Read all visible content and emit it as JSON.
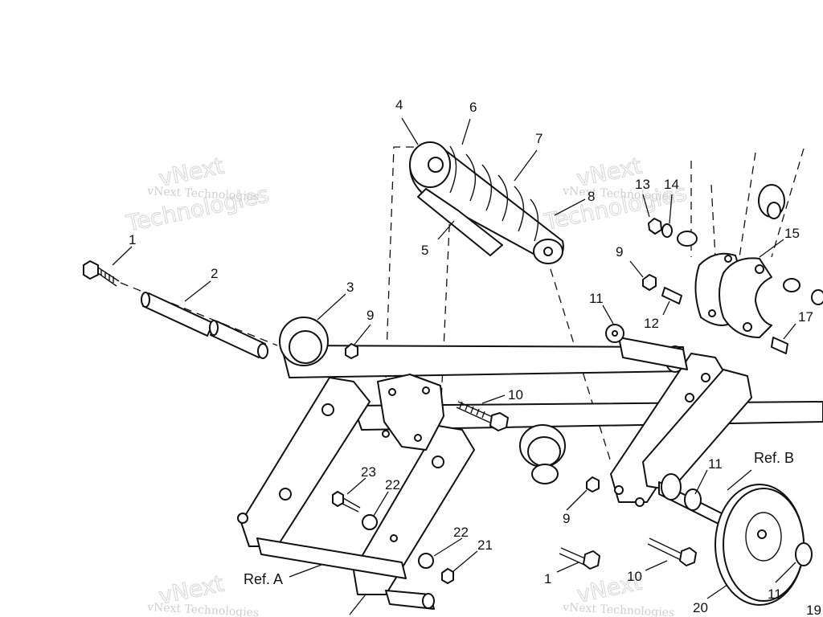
{
  "callouts": {
    "c1a": "1",
    "c2": "2",
    "c3": "3",
    "c4": "4",
    "c5": "5",
    "c6": "6",
    "c7": "7",
    "c8": "8",
    "c9a": "9",
    "c9b": "9",
    "c9c": "9",
    "c10a": "10",
    "c10b": "10",
    "c11a": "11",
    "c11b": "11",
    "c11c": "11",
    "c12": "12",
    "c13": "13",
    "c14": "14",
    "c15": "15",
    "c17": "17",
    "c20": "20",
    "c21": "21",
    "c22a": "22",
    "c22b": "22",
    "c23": "23",
    "c1b": "1",
    "c19": "19"
  },
  "refs": {
    "ref_a": "Ref. A",
    "ref_b": "Ref. B"
  },
  "watermarks": {
    "brand_big": "vNext",
    "brand_small": "vNext Technologies",
    "brand_word": "Technologies"
  },
  "colors": {
    "line": "#111111",
    "background": "#ffffff",
    "watermark": "#cfcfcf"
  }
}
